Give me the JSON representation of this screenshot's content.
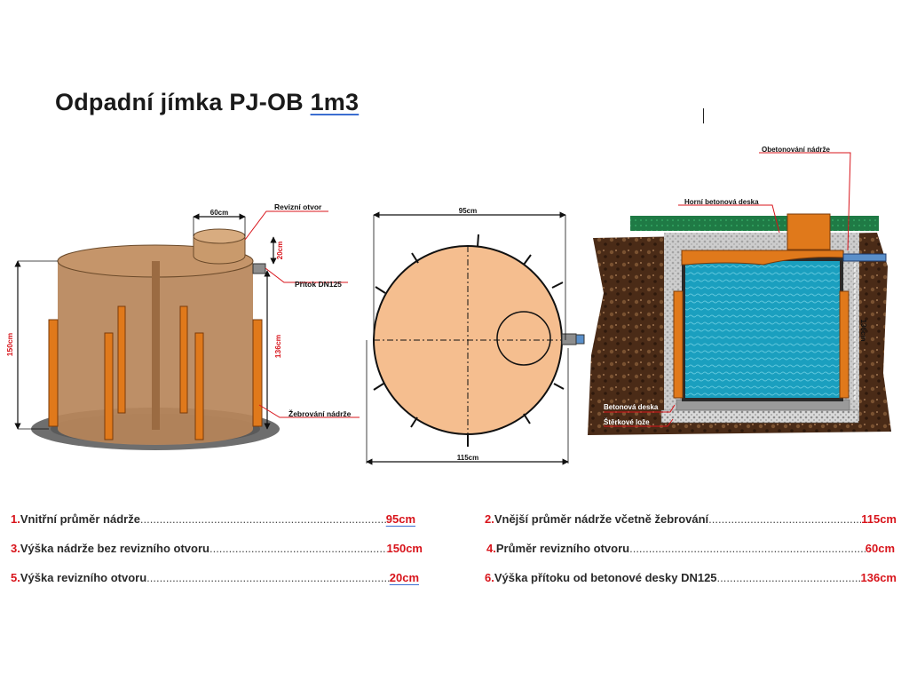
{
  "title": {
    "main": "Odpadní jímka PJ-OB ",
    "model": "1m3"
  },
  "left_view": {
    "revision_width": "60cm",
    "revision_label": "Revizní otvor",
    "revision_height": "20cm",
    "inflow_label": "Přítok DN125",
    "total_height": "150cm",
    "inflow_height": "136cm",
    "ribs_label": "Žebrování nádrže"
  },
  "top_view": {
    "inner_diameter": "95cm",
    "outer_diameter": "115cm"
  },
  "section_view": {
    "encasement_label": "Obetonování nádrže",
    "top_slab_label": "Horní betonová deska",
    "height_label": "136cm",
    "base_slab_label": "Betonová deska",
    "gravel_label": "Štěrkové lože"
  },
  "specs": [
    {
      "num": "1.",
      "label": "Vnitřní průměr nádrže",
      "dots": "......................................................................................",
      "value": "95cm"
    },
    {
      "num": "2.",
      "label": "Vnější průměr nádrže včetně žebrování",
      "dots": "......................................................................",
      "value": "115cm"
    },
    {
      "num": "3.",
      "label": "Výška nádrže bez revizního otvoru",
      "dots": "............................................................",
      "value": "150cm"
    },
    {
      "num": "4.",
      "label": "Průměr revizního otvoru",
      "dots": "................................................................................................",
      "value": "60cm"
    },
    {
      "num": "5.",
      "label": "Výška revizního otvoru",
      "dots": ".......................................................................................",
      "value": "20cm"
    },
    {
      "num": "6.",
      "label": "Výška přítoku od betonové desky DN125",
      "dots": "...................................................",
      "value": "136cm"
    }
  ],
  "colors": {
    "tank_body": "#b7855a",
    "rib": "#e0791b",
    "dimension_red": "#d8141b",
    "water": "#1a9fbf",
    "soil": "#4a2b17",
    "grass": "#1f7a45",
    "top_view_fill": "#f5be8f"
  }
}
